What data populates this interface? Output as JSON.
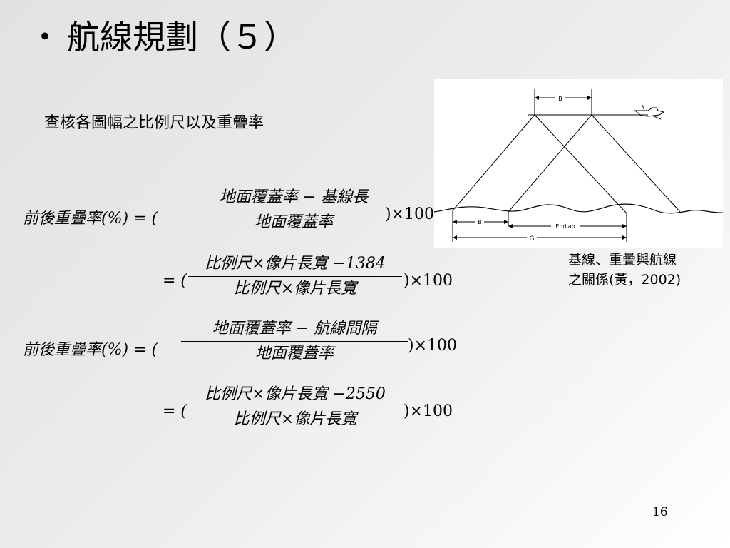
{
  "slide": {
    "bullet": "・",
    "title": "航線規劃（５）",
    "subtitle": "查核各圖幅之比例尺以及重疊率",
    "page_number": "16"
  },
  "equations": {
    "eq1": {
      "lhs": "前後重疊率(%) = (",
      "numerator": "地面覆蓋率 − 基線長",
      "denominator": "地面覆蓋率",
      "tail": ")×100"
    },
    "eq2": {
      "lhs": "= (",
      "numerator": "比例尺×像片長寬 −1384",
      "denominator": "比例尺×像片長寬",
      "tail": ")×100"
    },
    "eq3": {
      "lhs": "前後重疊率(%) = (",
      "numerator": "地面覆蓋率 − 航線間隔",
      "denominator": "地面覆蓋率",
      "tail": ")×100"
    },
    "eq4": {
      "lhs": "= (",
      "numerator": "比例尺×像片長寬 −2550",
      "denominator": "比例尺×像片長寬",
      "tail": ")×100"
    }
  },
  "figure": {
    "labels": {
      "top_baseline": "B",
      "bottom_baseline": "B",
      "endlap": "Endlap",
      "ground": "G"
    },
    "caption_line1": "基線、重疊與航線",
    "caption_line2": "之關係(黃，2002)"
  }
}
